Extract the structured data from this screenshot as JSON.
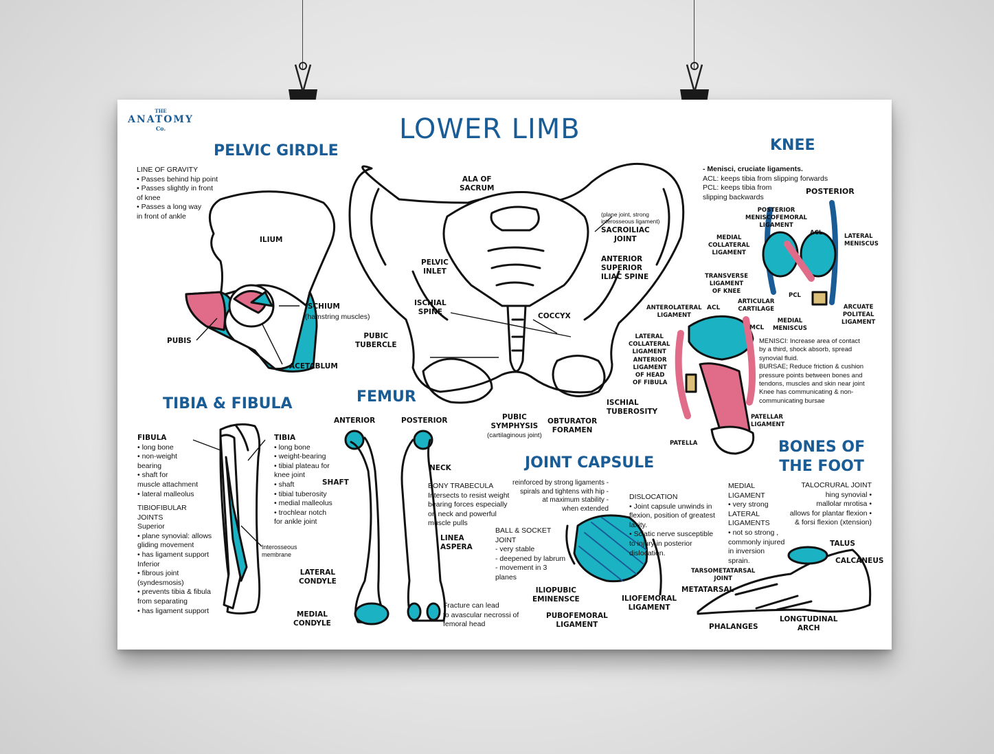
{
  "logo": {
    "top": "THE",
    "main": "ANATOMY",
    "bottom": "Co."
  },
  "title": "LOWER LIMB",
  "colors": {
    "blue": "#1a5c96",
    "teal": "#1bb3c4",
    "pink": "#e06c8a",
    "tan": "#dcc07a"
  },
  "pelvic_girdle": {
    "heading": "PELVIC GIRDLE",
    "line_of_gravity": [
      "LINE OF GRAVITY",
      "• Passes behind hip point",
      "• Passes slightly in front",
      "of knee",
      "• Passes a long way",
      "in front of ankle"
    ],
    "ilium": "ILIUM",
    "ischium": "ISCHIUM",
    "ischium_note": "(hamstring muscles)",
    "pubis": "PUBIS",
    "acetablum": "ACETABLUM"
  },
  "pelvis": {
    "ala": [
      "ALA OF",
      "SACRUM"
    ],
    "pelvic_inlet": [
      "PELVIC",
      "INLET"
    ],
    "ischial_spine": [
      "ISCHIAL",
      "SPINE"
    ],
    "coccyx": "COCCYX",
    "pubic_tubercle": [
      "PUBIC",
      "TUBERCLE"
    ],
    "sacroiliac_note": [
      "(plane joint, strong",
      "interosseous ligament)"
    ],
    "sacroiliac": [
      "SACROILIAC",
      "JOINT"
    ],
    "asis": [
      "ANTERIOR",
      "SUPERIOR",
      "ILIAC SPINE"
    ],
    "pubic_symphysis": [
      "PUBIC",
      "SYMPHYSIS"
    ],
    "pubic_symphysis_note": "(cartilaginous joint)",
    "obturator": [
      "OBTURATOR",
      "FORAMEN"
    ],
    "ischial_tuberosity": [
      "ISCHIAL",
      "TUBEROSITY"
    ]
  },
  "tibia_fibula": {
    "heading": "TIBIA & FIBULA",
    "fibula": [
      "FIBULA",
      "• long bone",
      "• non-weight",
      "bearing",
      "• shaft for",
      "muscle attachment",
      "• lateral malleolus"
    ],
    "tibiofibular": [
      "TIBIOFIBULAR",
      "JOINTS",
      "Superior",
      "• plane synovial: allows",
      "gliding movement",
      "• has ligament support",
      "Inferior",
      "• fibrous joint",
      "(syndesmosis)",
      "• prevents tibia & fibula",
      "from separating",
      "• has ligament support"
    ],
    "tibia": [
      "TIBIA",
      "• long bone",
      "• weight-bearing",
      "• tibial plateau for",
      "knee joint",
      "• shaft",
      "• tibial tuberosity",
      "• medial malleolus",
      "• trochlear notch",
      "for ankle joint"
    ],
    "interosseous": [
      "Interosseous",
      "membrane"
    ]
  },
  "femur": {
    "heading": "FEMUR",
    "anterior": "ANTERIOR",
    "posterior": "POSTERIOR",
    "shaft": "SHAFT",
    "neck": "NECK",
    "lateral_condyle": [
      "LATERAL",
      "CONDYLE"
    ],
    "medial_condyle": [
      "MEDIAL",
      "CONDYLE"
    ],
    "trabecula": [
      "BONY TRABECULA",
      "Intersects to resist weight",
      "bearing forces especially",
      "on neck and powerful",
      "muscle pulls"
    ],
    "linea_aspera": [
      "LINEA",
      "ASPERA"
    ],
    "fracture": [
      "Fracture can lead",
      "to avascular necrossi of",
      "femoral head"
    ]
  },
  "joint_capsule": {
    "heading": "JOINT CAPSULE",
    "reinforced": [
      "reinforced by strong ligaments -",
      "spirals and tightens with hip -",
      "at maximum stability -",
      "when extended"
    ],
    "ball_socket": [
      "BALL & SOCKET",
      "JOINT",
      " - very stable",
      " - deepened by labrum",
      " - movement in 3",
      "planes"
    ],
    "dislocation": [
      "DISLOCATION",
      "• Joint capsule unwinds in",
      "flexion, position of greatest",
      "laxity.",
      "• Sciatic nerve susceptible",
      "to injury in posterior",
      "dislocation."
    ],
    "iliopubic": [
      "ILIOPUBIC",
      "EMINENSCE"
    ],
    "pubofemoral": [
      "PUBOFEMORAL",
      "LIGAMENT"
    ],
    "iliofemoral": [
      "ILIOFEMORAL",
      "LIGAMENT"
    ]
  },
  "knee": {
    "heading": "KNEE",
    "intro": [
      "- Menisci, cruciate ligaments.",
      "ACL: keeps tibia from slipping forwards",
      "PCL: keeps tibia from",
      "slipping backwards"
    ],
    "posterior": "POSTERIOR",
    "pmfl": [
      "POSTERIOR",
      "MENISCOFEMORAL",
      "LIGAMENT"
    ],
    "acl_top": "ACL",
    "lateral_meniscus": [
      "LATERAL",
      "MENISCUS"
    ],
    "mcl_top": [
      "MEDIAL",
      "COLLATERAL",
      "LIGAMENT"
    ],
    "transverse": [
      "TRANSVERSE",
      "LIGAMENT",
      "OF KNEE"
    ],
    "pcl": "PCL",
    "articular": [
      "ARTICULAR",
      "CARTILAGE"
    ],
    "arcuate": [
      "ARCUATE",
      "POLITEAL",
      "LIGAMENT"
    ],
    "medial_meniscus": [
      "MEDIAL",
      "MENISCUS"
    ],
    "anterolateral": [
      "ANTEROLATERAL",
      "LIGAMENT"
    ],
    "acl": "ACL",
    "mcl": "MCL",
    "lcl": [
      "LATERAL",
      "COLLATERAL",
      "LIGAMENT"
    ],
    "aflig": [
      "ANTERIOR",
      "LIGAMENT",
      "OF HEAD",
      "OF FIBULA"
    ],
    "patellar": [
      "PATELLAR",
      "LIGAMENT"
    ],
    "patella": "PATELLA",
    "menisci_note": [
      "MENISCI: Increase area of contact",
      "by a third, shock absorb, spread",
      "synovial fluid.",
      "BURSAE; Reduce friction & cushion",
      "pressure points between bones and",
      "tendons, muscles and skin near joint",
      "Knee has communicating & non-",
      "communicating bursae"
    ]
  },
  "foot": {
    "heading": [
      "BONES OF",
      "THE FOOT"
    ],
    "medial": [
      "MEDIAL",
      "LIGAMENT",
      "• very strong",
      "LATERAL",
      "LIGAMENTS",
      "• not so strong ,",
      "commonly injured",
      "in inversion",
      "sprain."
    ],
    "talocrural": [
      "TALOCRURAL JOINT",
      "hing synovial •",
      "mallolar mrotisa •",
      "allows for plantar flexion •",
      "& forsi flexion (xtension)"
    ],
    "talus": "TALUS",
    "calcaneus": "CALCANEUS",
    "tarsometatarsal": [
      "TARSOMETATARSAL",
      "JOINT"
    ],
    "metatarsal": "METATARSAL",
    "phalanges": "PHALANGES",
    "arch": [
      "LONGTUDINAL",
      "ARCH"
    ]
  }
}
